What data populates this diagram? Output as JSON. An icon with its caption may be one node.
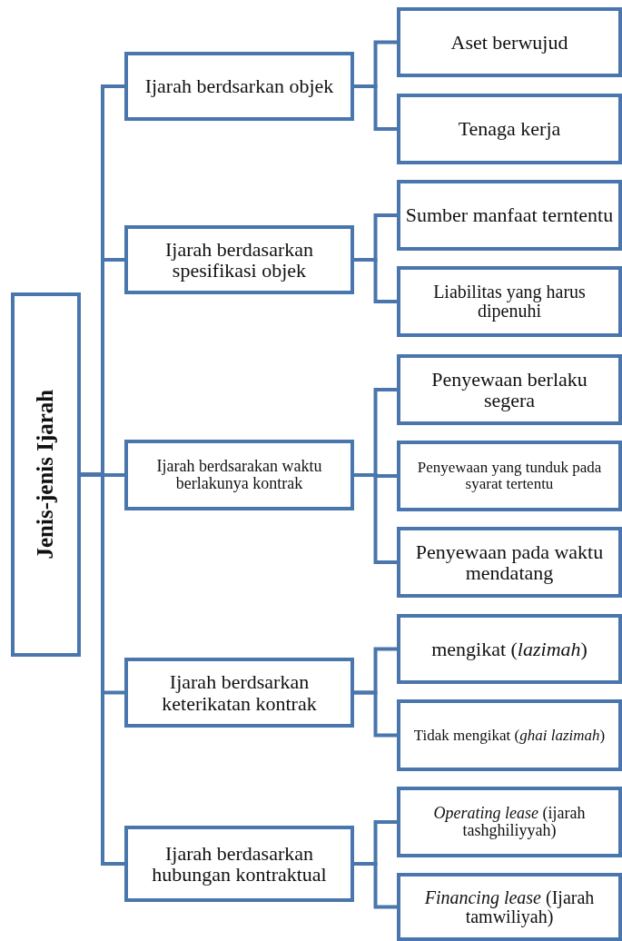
{
  "diagram": {
    "nodes": [
      {
        "text": [
          "Jenis-jenis Ijarah"
        ]
      },
      {
        "text": [
          "Ijarah berdsarkan objek"
        ]
      },
      {
        "text": [
          "Aset berwujud"
        ]
      },
      {
        "text": [
          "Tenaga kerja"
        ]
      },
      {
        "text": [
          "Ijarah berdasarkan spesifikasi objek"
        ]
      },
      {
        "text": [
          "Sumber manfaat terntentu"
        ]
      },
      {
        "text": [
          "Liabilitas yang harus dipenuhi"
        ]
      },
      {
        "text": [
          "Ijarah berdsarakan waktu berlakunya kontrak"
        ]
      },
      {
        "text": [
          "Penyewaan berlaku segera"
        ]
      },
      {
        "text": [
          "Penyewaan yang tunduk pada syarat tertentu"
        ]
      },
      {
        "text": [
          "Penyewaan pada waktu mendatang"
        ]
      },
      {
        "text": [
          "Ijarah berdsarkan keterikatan kontrak"
        ]
      },
      {
        "text": [
          "mengikat (*lazimah*)"
        ]
      },
      {
        "text": [
          "Tidak mengikat (*ghai lazimah*)"
        ]
      },
      {
        "text": [
          "Ijarah berdasarkan hubungan kontraktual"
        ]
      },
      {
        "text": [
          "*Operating lease* (ijarah tashghiliyyah)"
        ]
      },
      {
        "text": [
          "*Financing lease* (Ijarah tamwiliyah)"
        ]
      }
    ],
    "edges": [
      {
        "from": 0,
        "to": 1,
        "arrow": "none"
      },
      {
        "from": 1,
        "to": 2,
        "arrow": "none"
      },
      {
        "from": 1,
        "to": 3,
        "arrow": "none"
      },
      {
        "from": 0,
        "to": 4,
        "arrow": "none"
      },
      {
        "from": 4,
        "to": 5,
        "arrow": "none"
      },
      {
        "from": 4,
        "to": 6,
        "arrow": "none"
      },
      {
        "from": 0,
        "to": 7,
        "arrow": "none"
      },
      {
        "from": 7,
        "to": 8,
        "arrow": "none"
      },
      {
        "from": 7,
        "to": 9,
        "arrow": "none"
      },
      {
        "from": 7,
        "to": 10,
        "arrow": "none"
      },
      {
        "from": 0,
        "to": 11,
        "arrow": "none"
      },
      {
        "from": 11,
        "to": 12,
        "arrow": "none"
      },
      {
        "from": 11,
        "to": 13,
        "arrow": "none"
      },
      {
        "from": 0,
        "to": 14,
        "arrow": "none"
      },
      {
        "from": 14,
        "to": 15,
        "arrow": "none"
      },
      {
        "from": 14,
        "to": 16,
        "arrow": "none"
      }
    ]
  }
}
